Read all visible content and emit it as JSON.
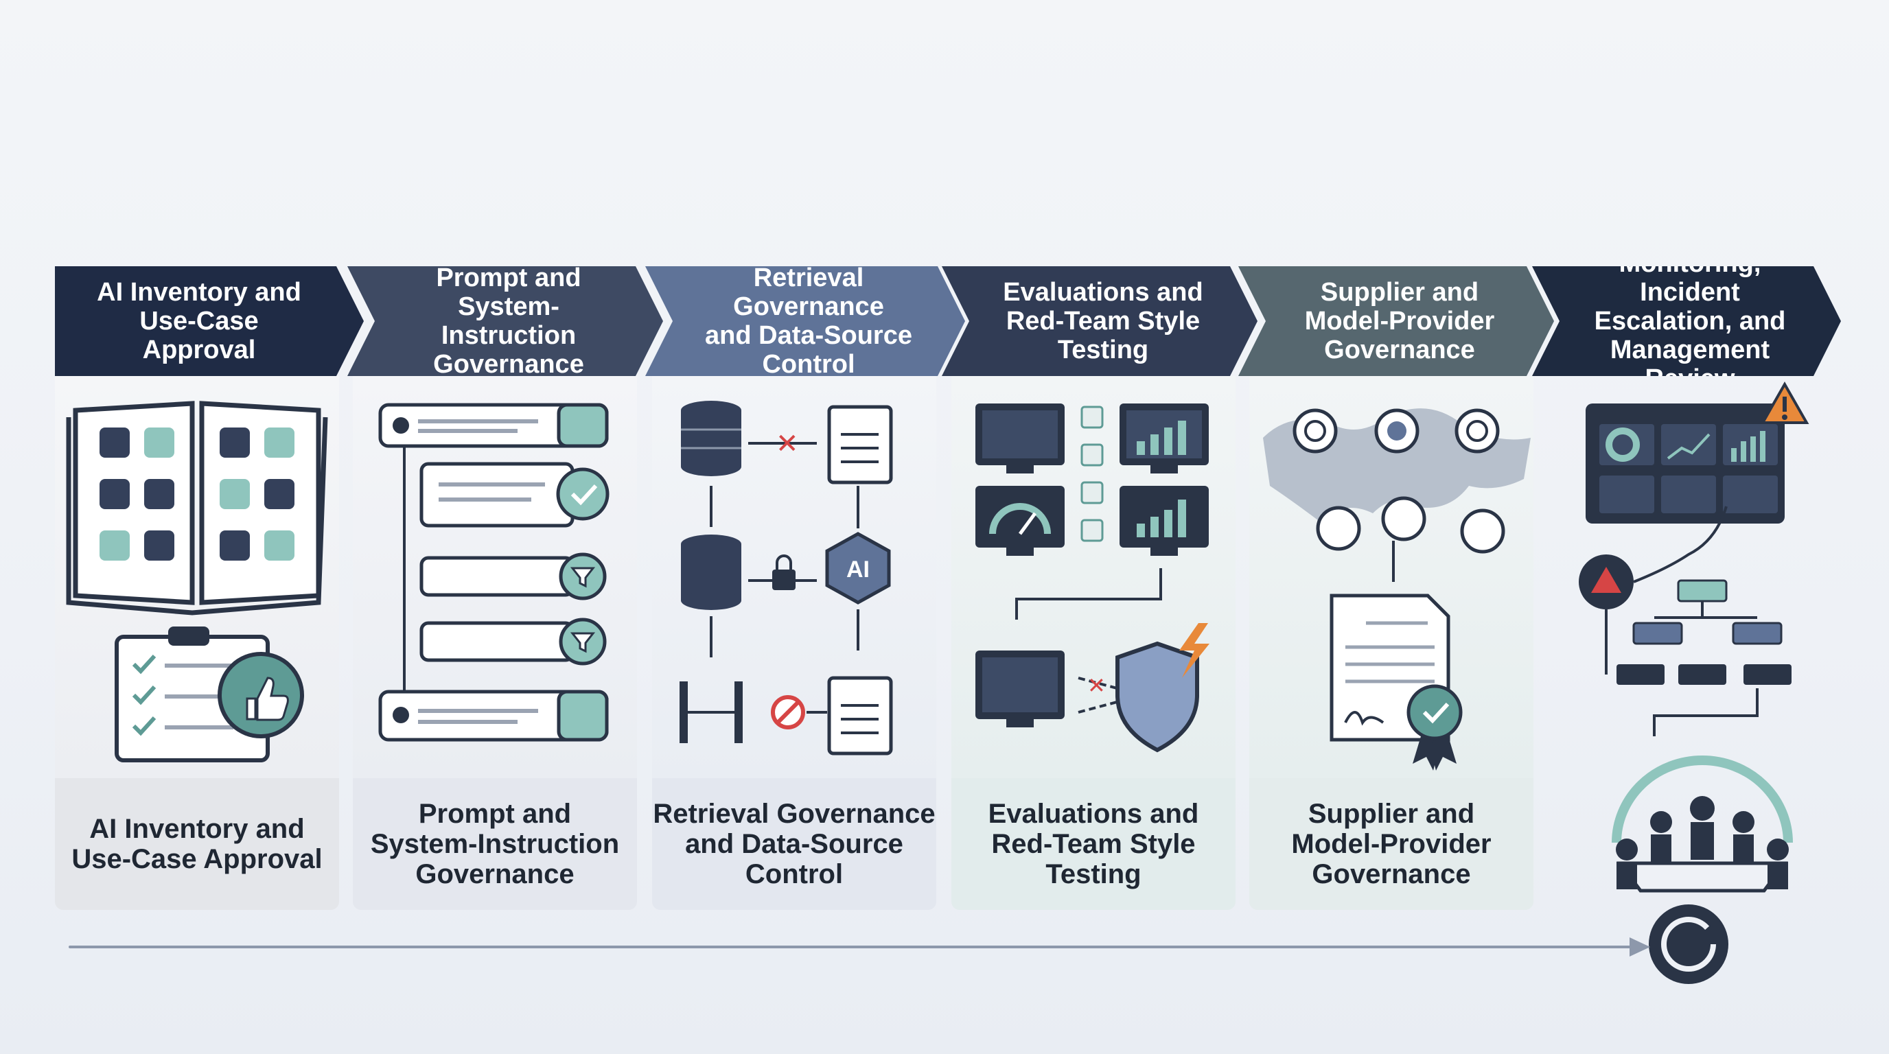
{
  "stages": [
    {
      "header": "AI Inventory and\nUse-Case Approval",
      "caption": "AI Inventory and\nUse-Case Approval",
      "header_color": "#1f2b45",
      "panel_color": "#e4e6ea"
    },
    {
      "header": "Prompt and\nSystem-Instruction\nGovernance",
      "caption": "Prompt and\nSystem-Instruction\nGovernance",
      "header_color": "#3e4a63",
      "panel_color": "#e4e7ee"
    },
    {
      "header": "Retrieval Governance\nand Data-Source\nControl",
      "caption": "Retrieval Governance\nand Data-Source\nControl",
      "header_color": "#5f7398",
      "panel_color": "#e3e7ef"
    },
    {
      "header": "Evaluations and\nRed-Team Style\nTesting",
      "caption": "Evaluations and\nRed-Team Style\nTesting",
      "header_color": "#313c55",
      "panel_color": "#e2ecec"
    },
    {
      "header": "Supplier and\nModel-Provider\nGovernance",
      "caption": "Supplier and\nModel-Provider\nGovernance",
      "header_color": "#56676f",
      "panel_color": "#e4ecec"
    },
    {
      "header": "Monitoring, Incident\nEscalation, and\nManagement Review",
      "header_color": "#1e2a40"
    }
  ],
  "icon_text": {
    "ai_chip": "AI"
  },
  "colors": {
    "navy": "#2a3446",
    "teal": "#8fc5bd",
    "teal_dark": "#5e9b95",
    "warn": "#e8893a",
    "alert": "#d64545",
    "timeline": "#8d98ab"
  }
}
